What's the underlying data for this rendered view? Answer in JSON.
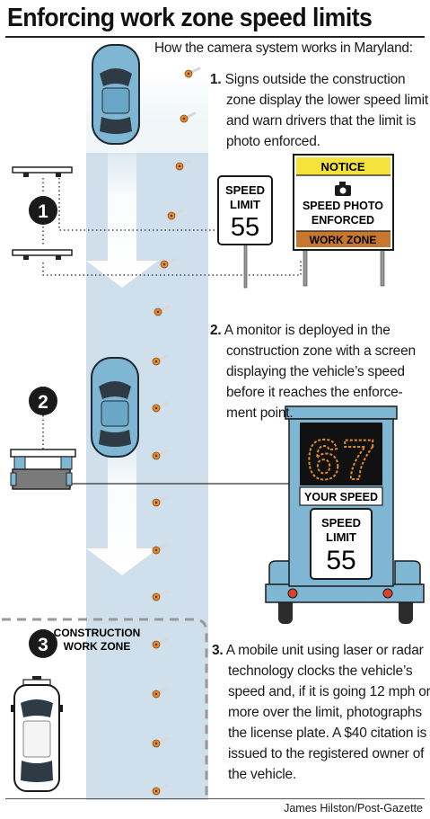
{
  "title": "Enforcing work zone speed limits",
  "intro": "How the camera system works in Maryland:",
  "steps": [
    {
      "number": "1.",
      "marker": "1",
      "text": "Signs outside the construction zone display the lower speed limit and warn drivers that the limit is photo enforced."
    },
    {
      "number": "2.",
      "marker": "2",
      "text": "A monitor is deployed in the construction zone with a screen displaying the vehicle’s speed before it reaches the enforce-ment point."
    },
    {
      "number": "3.",
      "marker": "3",
      "text": "A mobile unit using laser or radar technology clocks the vehicle’s speed and, if it is going 12 mph or more over the limit, photographs the license plate. A $40 citation is issued to the registered owner of the vehicle."
    }
  ],
  "speed_sign": {
    "line1": "SPEED",
    "line2": "LIMIT",
    "value": "55"
  },
  "notice_sign": {
    "header": "NOTICE",
    "line1": "SPEED PHOTO",
    "line2": "ENFORCED",
    "footer": "WORK ZONE"
  },
  "monitor": {
    "speed": "67",
    "label": "YOUR SPEED",
    "sign_line1": "SPEED",
    "sign_line2": "LIMIT",
    "sign_value": "55"
  },
  "zone_label": {
    "line1": "CONSTRUCTION",
    "line2": "WORK ZONE"
  },
  "credit": "James Hilston/Post-Gazette",
  "colors": {
    "road_blue": "#cfe0ec",
    "car_blue": "#7fb6d3",
    "notice_yellow": "#f5e23a",
    "work_zone_orange": "#c8782e",
    "digit_orange": "#e08a2a",
    "light_red": "#d9442a",
    "cone_orange": "#e08a30"
  },
  "icons": [
    "camera-icon",
    "cone-icon",
    "arrow-icon",
    "car-icon",
    "mobile-unit-icon"
  ]
}
